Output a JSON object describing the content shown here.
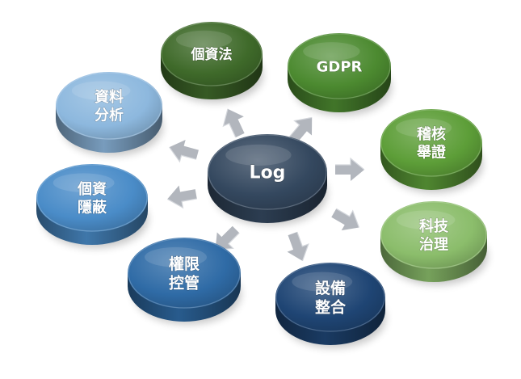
{
  "center": {
    "label": "Log",
    "color": "#34485f"
  },
  "nodes": [
    {
      "id": "privacy-law",
      "lines": [
        "個資法"
      ],
      "color": "#3f6a2a"
    },
    {
      "id": "gdpr",
      "lines": [
        "GDPR"
      ],
      "color": "#4c8a30"
    },
    {
      "id": "audit-evidence",
      "lines": [
        "稽核",
        "舉證"
      ],
      "color": "#5d9e38"
    },
    {
      "id": "tech-governance",
      "lines": [
        "科技",
        "治理"
      ],
      "color": "#8bbd6b"
    },
    {
      "id": "device-integration",
      "lines": [
        "設備",
        "整合"
      ],
      "color": "#1f4574"
    },
    {
      "id": "access-control",
      "lines": [
        "權限",
        "控管"
      ],
      "color": "#2f6ba6"
    },
    {
      "id": "data-masking",
      "lines": [
        "個資",
        "隱蔽"
      ],
      "color": "#4a8cc8"
    },
    {
      "id": "data-analysis",
      "lines": [
        "資料",
        "分析"
      ],
      "color": "#8db8de"
    }
  ]
}
